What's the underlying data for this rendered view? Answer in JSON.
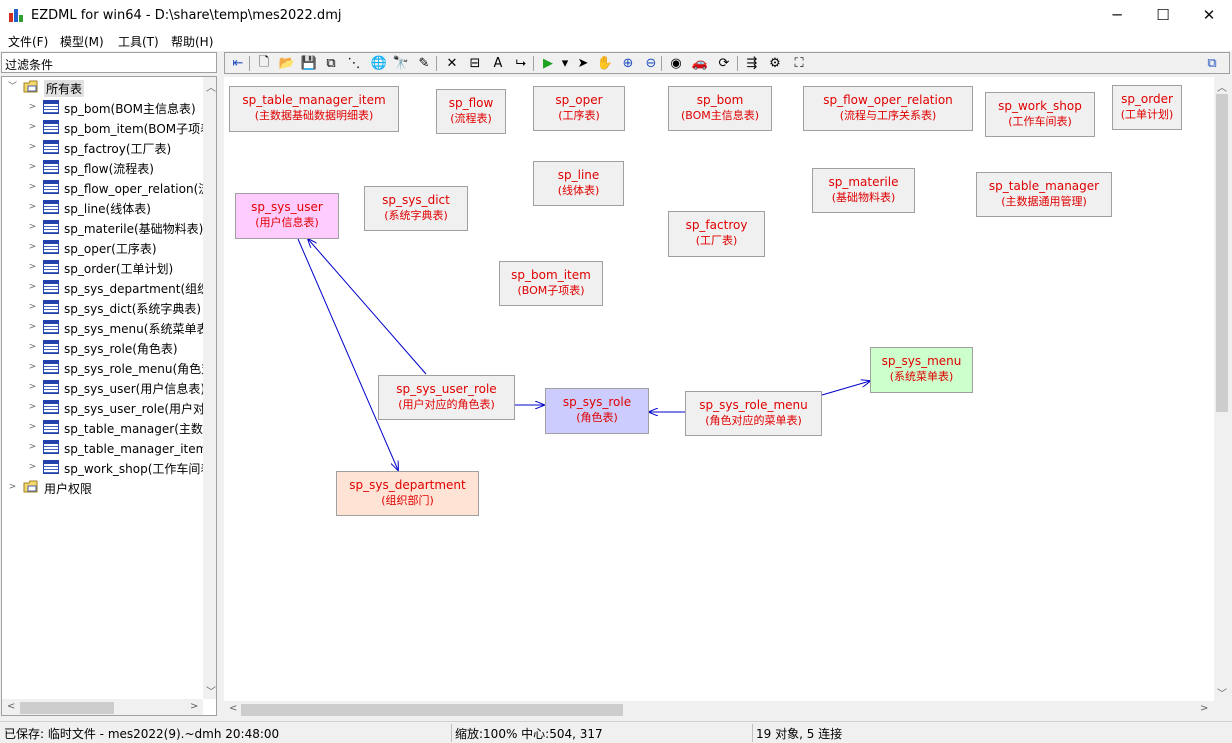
{
  "window": {
    "title": "EZDML for win64 - D:\\share\\temp\\mes2022.dmj",
    "minimize": "─",
    "maximize": "☐",
    "close": "✕"
  },
  "menu": [
    "文件(F)",
    "模型(M)",
    "工具(T)",
    "帮助(H)"
  ],
  "left": {
    "filter_placeholder": "过滤条件",
    "root_label": "所有表",
    "tables": [
      "sp_bom(BOM主信息表)",
      "sp_bom_item(BOM子项表)",
      "sp_factroy(工厂表)",
      "sp_flow(流程表)",
      "sp_flow_oper_relation(流程与工序关系表)",
      "sp_line(线体表)",
      "sp_materile(基础物料表)",
      "sp_oper(工序表)",
      "sp_order(工单计划)",
      "sp_sys_department(组织部门)",
      "sp_sys_dict(系统字典表)",
      "sp_sys_menu(系统菜单表)",
      "sp_sys_role(角色表)",
      "sp_sys_role_menu(角色对应的菜单表)",
      "sp_sys_user(用户信息表)",
      "sp_sys_user_role(用户对应的角色表)",
      "sp_table_manager(主数据通用管理)",
      "sp_table_manager_item(主数据基础数据明细表)",
      "sp_work_shop(工作车间表)"
    ],
    "second_root_label": "用户权限"
  },
  "toolbar": {
    "icons": [
      "back-icon",
      "new-icon",
      "open-icon",
      "save-icon",
      "copy-icon",
      "layout-icon",
      "globe-icon",
      "find-icon",
      "edit-icon",
      "delete-icon",
      "table-icon",
      "text-icon",
      "link-icon",
      "run-icon",
      "dropdown-icon",
      "pointer-icon",
      "hand-icon",
      "zoom-in-icon",
      "zoom-out-icon",
      "ellipse-icon",
      "car-icon",
      "refresh-icon",
      "import-icon",
      "settings-icon",
      "fullscreen-icon",
      "panel-toggle-icon"
    ]
  },
  "entities": [
    {
      "name": "sp_table_manager_item",
      "cn": "(主数据基础数据明细表)",
      "bg": "#f0f0f0"
    },
    {
      "name": "sp_flow",
      "cn": "(流程表)",
      "bg": "#f0f0f0"
    },
    {
      "name": "sp_oper",
      "cn": "(工序表)",
      "bg": "#f0f0f0"
    },
    {
      "name": "sp_bom",
      "cn": "(BOM主信息表)",
      "bg": "#f0f0f0"
    },
    {
      "name": "sp_flow_oper_relation",
      "cn": "(流程与工序关系表)",
      "bg": "#f0f0f0"
    },
    {
      "name": "sp_work_shop",
      "cn": "(工作车间表)",
      "bg": "#f0f0f0"
    },
    {
      "name": "sp_order",
      "cn": "(工单计划)",
      "bg": "#f0f0f0"
    },
    {
      "name": "sp_line",
      "cn": "(线体表)",
      "bg": "#f0f0f0"
    },
    {
      "name": "sp_materile",
      "cn": "(基础物料表)",
      "bg": "#f0f0f0"
    },
    {
      "name": "sp_table_manager",
      "cn": "(主数据通用管理)",
      "bg": "#f0f0f0"
    },
    {
      "name": "sp_sys_user",
      "cn": "(用户信息表)",
      "bg": "#ffccff"
    },
    {
      "name": "sp_sys_dict",
      "cn": "(系统字典表)",
      "bg": "#f0f0f0"
    },
    {
      "name": "sp_factroy",
      "cn": "(工厂表)",
      "bg": "#f0f0f0"
    },
    {
      "name": "sp_bom_item",
      "cn": "(BOM子项表)",
      "bg": "#f0f0f0"
    },
    {
      "name": "sp_sys_menu",
      "cn": "(系统菜单表)",
      "bg": "#ccffcc"
    },
    {
      "name": "sp_sys_user_role",
      "cn": "(用户对应的角色表)",
      "bg": "#f0f0f0"
    },
    {
      "name": "sp_sys_role",
      "cn": "(角色表)",
      "bg": "#ccccff"
    },
    {
      "name": "sp_sys_role_menu",
      "cn": "(角色对应的菜单表)",
      "bg": "#f0f0f0"
    },
    {
      "name": "sp_sys_department",
      "cn": "(组织部门)",
      "bg": "#ffe4d6"
    }
  ],
  "status": {
    "saved": "已保存: 临时文件 - mes2022(9).~dmh 20:48:00",
    "zoom": "缩放:100% 中心:504, 317",
    "objects": "19 对象, 5 连接"
  },
  "colors": {
    "entity_text": "#e00000",
    "link_line": "#0000cc"
  }
}
